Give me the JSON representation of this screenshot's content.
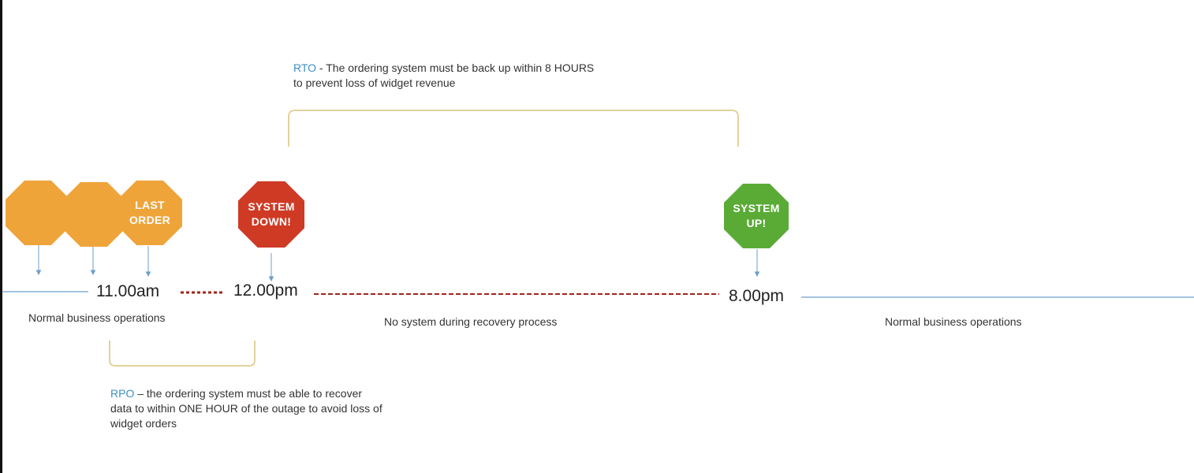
{
  "rto": {
    "acronym": "RTO",
    "line1": " - The ordering system must be back up within 8 HOURS",
    "line2": "to prevent loss of widget revenue"
  },
  "rpo": {
    "acronym": "RPO",
    "line1": " – the ordering system must be able to recover",
    "line2": "data to within ONE HOUR of the outage to avoid loss of",
    "line3": "widget orders"
  },
  "markers": {
    "last_order": "LAST\nORDER",
    "system_down": "SYSTEM\nDOWN!",
    "system_up": "SYSTEM\nUP!"
  },
  "times": {
    "t1": "11.00am",
    "t2": "12.00pm",
    "t3": "8.00pm"
  },
  "captions": {
    "left": "Normal business operations",
    "middle": "No system during recovery process",
    "right": "Normal business operations"
  },
  "colors": {
    "orders": "#efa43a",
    "system_down": "#cf3a25",
    "system_up": "#5aaa36",
    "bracket": "#e3d39a",
    "timeline": "#6d9fcc",
    "outage_dash": "#a0261c",
    "acronym": "#3d8fc6"
  }
}
